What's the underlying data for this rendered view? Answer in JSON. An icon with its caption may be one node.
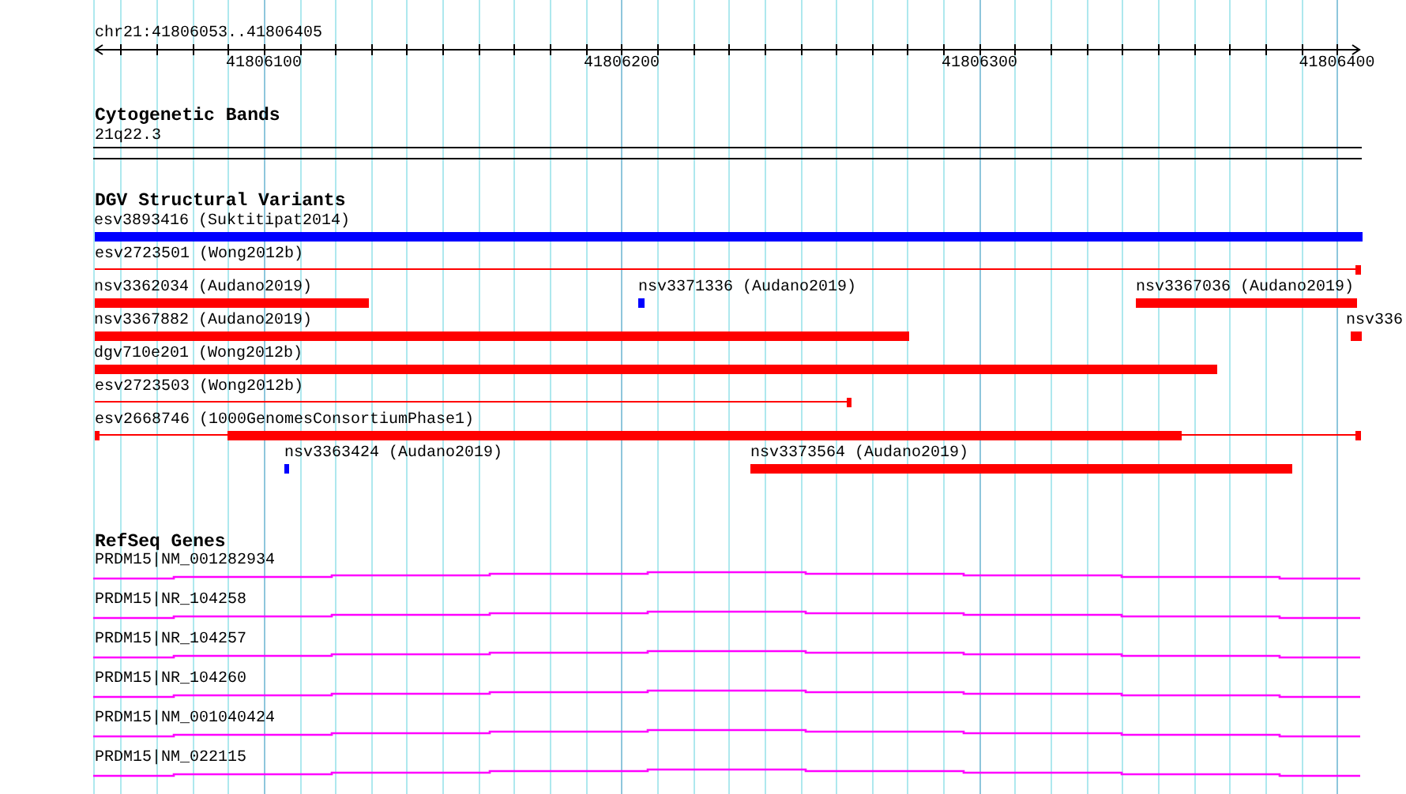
{
  "diagram": {
    "nodes": [
      {
        "text": [
          "21q22.3"
        ]
      },
      {
        "text": [
          "esv3893416 (Suktitipat2014)"
        ]
      },
      {
        "text": [
          "esv2723501 (Wong2012b)"
        ]
      },
      {
        "text": [
          "nsv3362034 (Audano2019)"
        ]
      },
      {
        "text": [
          "nsv3371336 (Audano2019)"
        ]
      },
      {
        "text": [
          "nsv3367036 (Audano2019)"
        ]
      },
      {
        "text": [
          "nsv3367882 (Audano2019)"
        ]
      },
      {
        "text": [
          "nsv336"
        ]
      },
      {
        "text": [
          "dgv710e201 (Wong2012b)"
        ]
      },
      {
        "text": [
          "esv2723503 (Wong2012b)"
        ]
      },
      {
        "text": [
          "esv2668746 (1000GenomesConsortiumPhase1)"
        ]
      },
      {
        "text": [
          "nsv3363424 (Audano2019)"
        ]
      },
      {
        "text": [
          "nsv3373564 (Audano2019)"
        ]
      },
      {
        "text": [
          "PRDM15|NM_001282934"
        ]
      },
      {
        "text": [
          "PRDM15|NR_104258"
        ]
      },
      {
        "text": [
          "PRDM15|NR_104257"
        ]
      },
      {
        "text": [
          "PRDM15|NR_104260"
        ]
      },
      {
        "text": [
          "PRDM15|NM_001040424"
        ]
      },
      {
        "text": [
          "PRDM15|NM_022115"
        ]
      }
    ],
    "labels": [
      "chr21:41806053..41806405",
      "41806100",
      "41806200",
      "41806300",
      "41806400",
      "Cytogenetic Bands",
      "DGV Structural Variants",
      "RefSeq Genes"
    ]
  }
}
